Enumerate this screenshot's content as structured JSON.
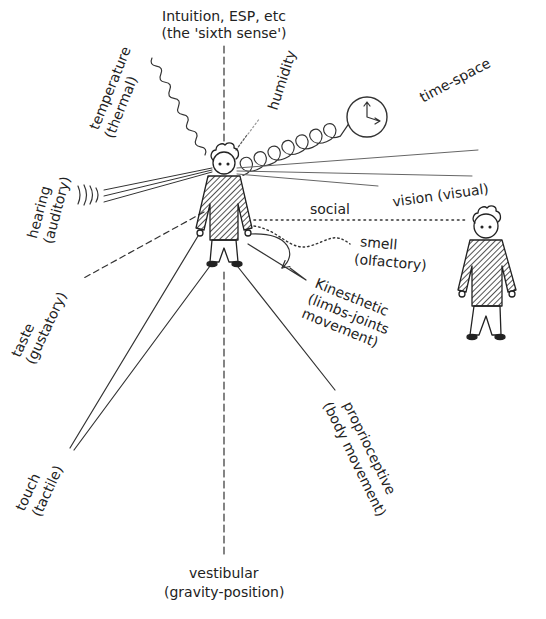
{
  "diagram": {
    "labels": [
      "Intuition, ESP, etc",
      "(the 'sixth sense')",
      "temperature",
      "(thermal)",
      "humidity",
      "time-space",
      "vision (visual)",
      "social",
      "smell",
      "(olfactory)",
      "hearing",
      "(auditory)",
      "taste",
      "(gustatory)",
      "Kinesthetic",
      "(limbs-joints movement)",
      "touch",
      "(tactile)",
      "proprioceptive",
      "(body movement)",
      "vestibular",
      "(gravity-position)"
    ]
  }
}
